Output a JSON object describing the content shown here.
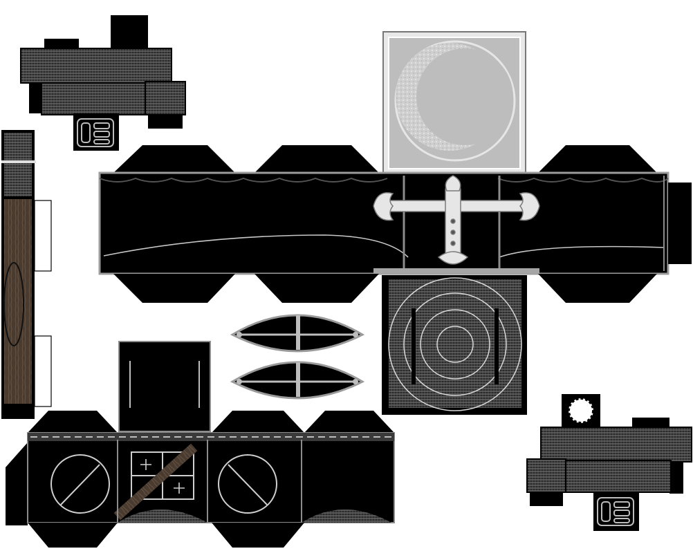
{
  "sheet": {
    "background": "#ffffff",
    "ink": "#000000",
    "stone_light": "#c8c8c8",
    "stone_dark": "#3a3a3a",
    "wood": "#4a3b30",
    "grey_panel": "#b4b4b4",
    "accent_white": "#f2f2f2"
  },
  "icons": {
    "cross": "ornamental-cross",
    "moon": "crescent-moon",
    "seal": "circular-seal",
    "portal": "round-portal-window",
    "keypad": "four-pane-window",
    "rune": "rune-carvings"
  }
}
